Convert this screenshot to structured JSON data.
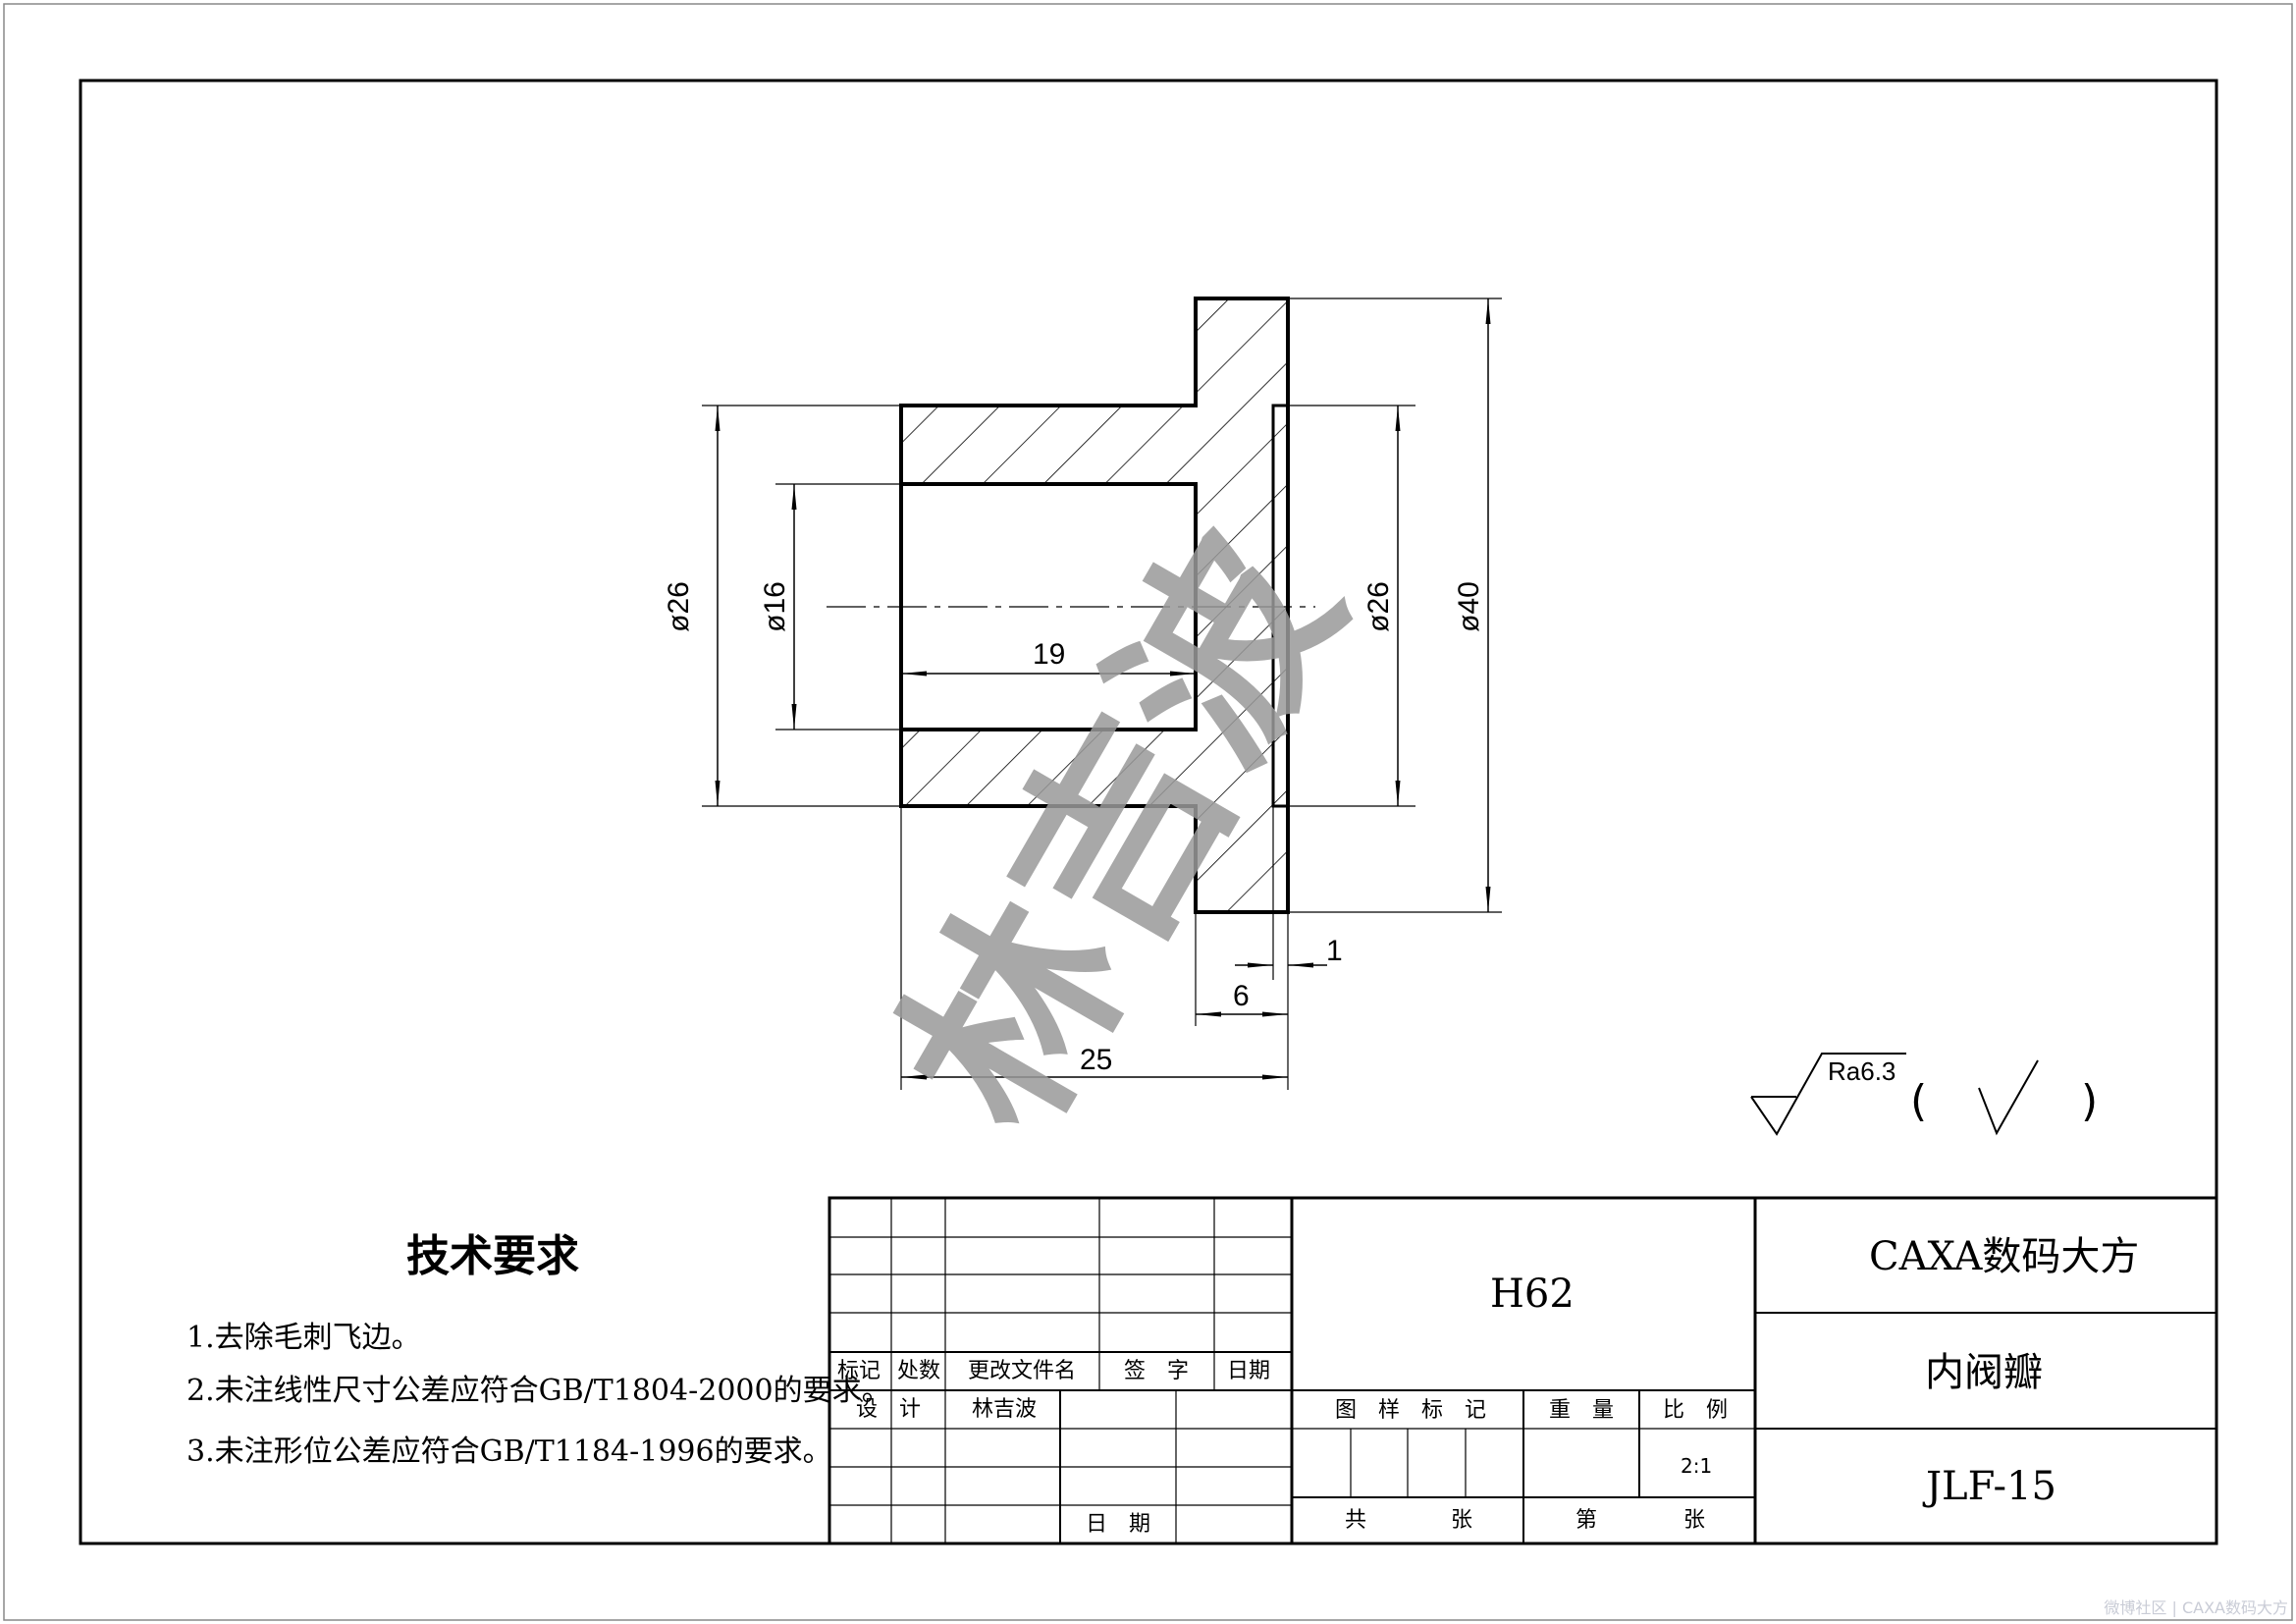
{
  "drawing": {
    "dimensions": {
      "d26_left": "ø26",
      "d16": "ø16",
      "d26_right": "ø26",
      "d40": "ø40",
      "len19": "19",
      "len1": "1",
      "len6": "6",
      "len25": "25"
    },
    "roughness": {
      "value": "Ra6.3",
      "paren_open": "(",
      "paren_close": ")"
    },
    "watermark": "林吉波"
  },
  "requirements": {
    "title": "技术要求",
    "items": [
      "1.去除毛刺飞边。",
      "2.未注线性尺寸公差应符合GB/T1804-2000的要求。",
      "3.未注形位公差应符合GB/T1184-1996的要求。"
    ]
  },
  "title_block": {
    "rev_headers": {
      "mark": "标记",
      "zones": "处数",
      "doc": "更改文件名",
      "sign": "签　字",
      "date": "日期"
    },
    "design_label": "设　计",
    "designer": "林吉波",
    "date_label": "日　期",
    "material": "H62",
    "sample_mark_label": "图　样　标　记",
    "weight_label": "重　量",
    "scale_label": "比　例",
    "scale_value": "2:1",
    "total_label": "共",
    "sheet_label": "张",
    "num_label": "第",
    "sheet_label2": "张",
    "company": "CAXA数码大方",
    "part_name": "内阀瓣",
    "drawing_no": "JLF-15"
  },
  "footer": "微博社区 | CAXA数码大方"
}
